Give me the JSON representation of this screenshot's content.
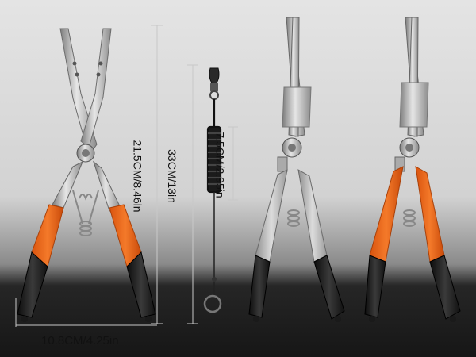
{
  "dimensions": {
    "width": "10.8CM/4.25in",
    "length": "21.5CM/8.46in",
    "lanyard": "33CM/13in",
    "coil": "7.5CM/2.95in"
  },
  "colors": {
    "accent": "#f26a1b",
    "steel": "#b9b9b9",
    "grip": "#1b1b1b",
    "backdrop_light": "#dcdcdc",
    "backdrop_dark": "#161616"
  }
}
